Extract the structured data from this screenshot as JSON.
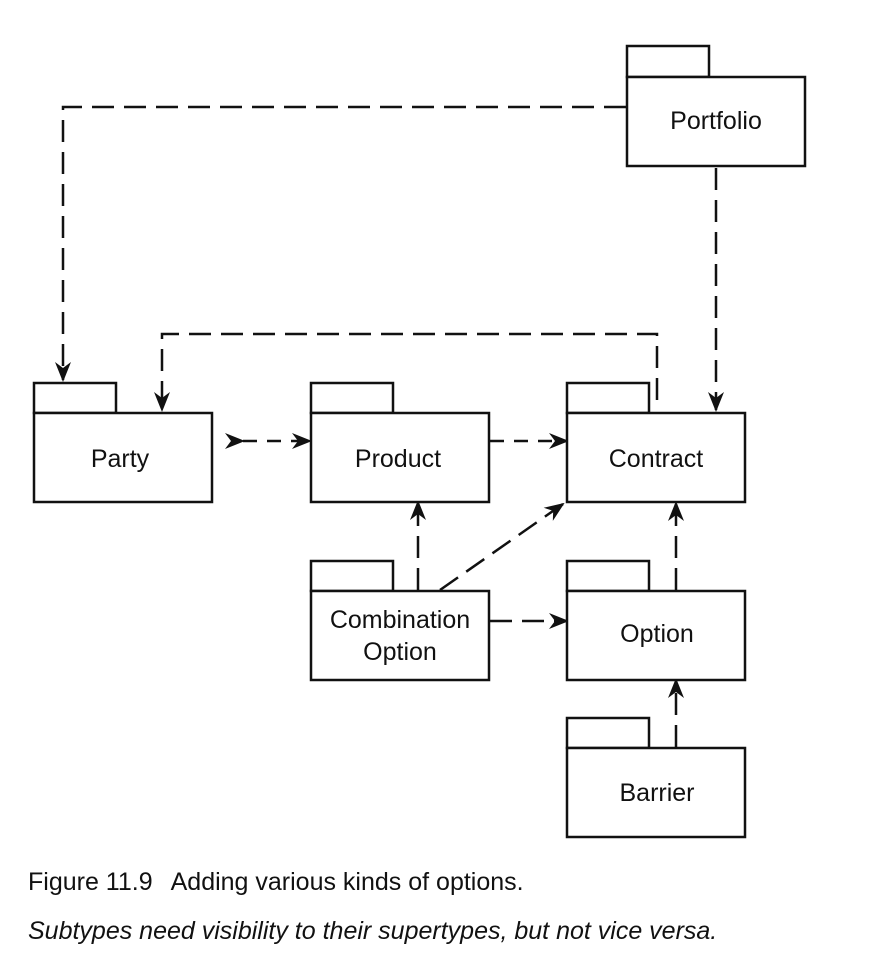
{
  "diagram": {
    "packages": {
      "portfolio": {
        "label": "Portfolio"
      },
      "party": {
        "label": "Party"
      },
      "product": {
        "label": "Product"
      },
      "contract": {
        "label": "Contract"
      },
      "combination_option": {
        "label_line1": "Combination",
        "label_line2": "Option"
      },
      "option": {
        "label": "Option"
      },
      "barrier": {
        "label": "Barrier"
      }
    },
    "colors": {
      "line": "#111111",
      "background": "#ffffff"
    }
  },
  "caption": {
    "figure_number": "Figure 11.9",
    "title": "Adding various kinds of options.",
    "subtitle": "Subtypes need visibility to their supertypes, but not vice versa."
  }
}
